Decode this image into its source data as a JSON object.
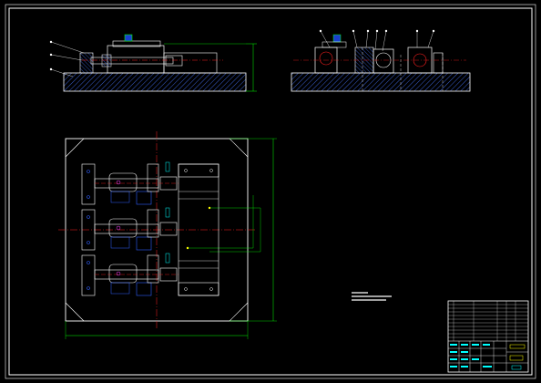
{
  "drawing": {
    "background": "#000000",
    "colors": {
      "frame": "#ffffff",
      "part": "#ffffff",
      "hatch": "#3a5fd0",
      "blue": "#3060ff",
      "dimension": "#00ff00",
      "center_line": "#ff2020",
      "cyan": "#00ffff",
      "magenta": "#ff40ff",
      "yellow": "#ffff00"
    }
  },
  "views": {
    "front": {
      "name": "front-view"
    },
    "side": {
      "name": "side-view"
    },
    "plan": {
      "name": "plan-view"
    }
  },
  "title_block": {
    "name": "title-block",
    "logo_text": "",
    "scale_text": ""
  },
  "notes": {
    "name": "technical-notes"
  }
}
